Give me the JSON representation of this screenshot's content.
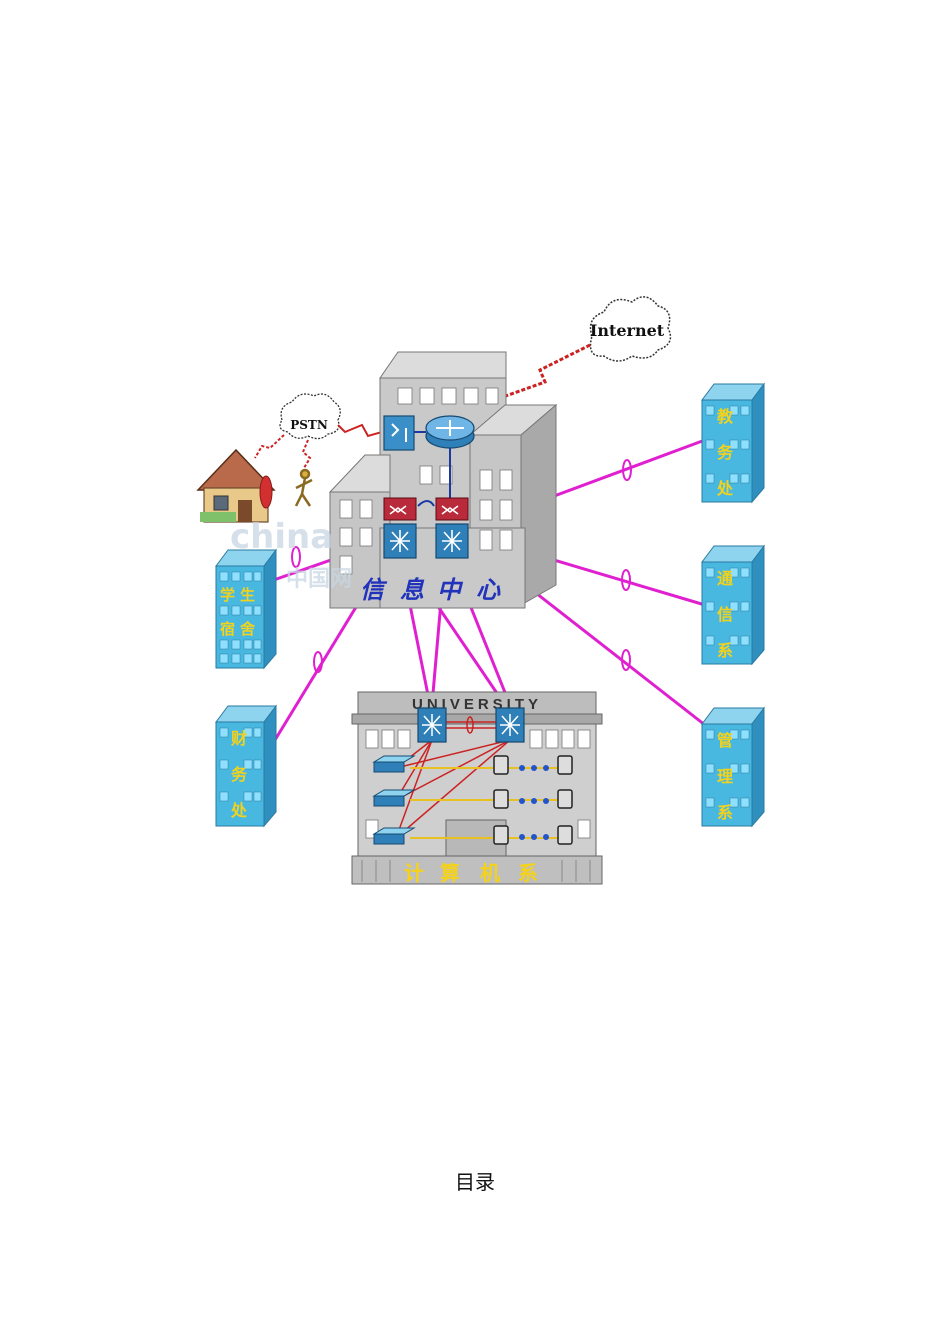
{
  "clouds": {
    "internet": "Internet",
    "pstn": "PSTN"
  },
  "watermark": {
    "line1": "china",
    "line2": "中国网"
  },
  "center": {
    "chars": [
      "信",
      "息",
      "中",
      "心"
    ]
  },
  "university": {
    "sign": "UNIVERSITY",
    "chars": [
      "计",
      "算",
      "机",
      "系"
    ]
  },
  "buildings": {
    "left_top": [
      "学",
      "生",
      "宿",
      "舍"
    ],
    "left_bottom": [
      "财",
      "务",
      "处"
    ],
    "right_top": [
      "教",
      "务",
      "处"
    ],
    "right_middle": [
      "通",
      "信",
      "系"
    ],
    "right_bottom": [
      "管",
      "理",
      "系"
    ]
  },
  "colors": {
    "link_magenta": "#e020d0",
    "wan_red": "#cc2222",
    "switch_blue": "#2f7fb8",
    "building_blue": "#49b8e0",
    "building_gray": "#c8c8c8"
  },
  "toc": {
    "title": "目录"
  }
}
